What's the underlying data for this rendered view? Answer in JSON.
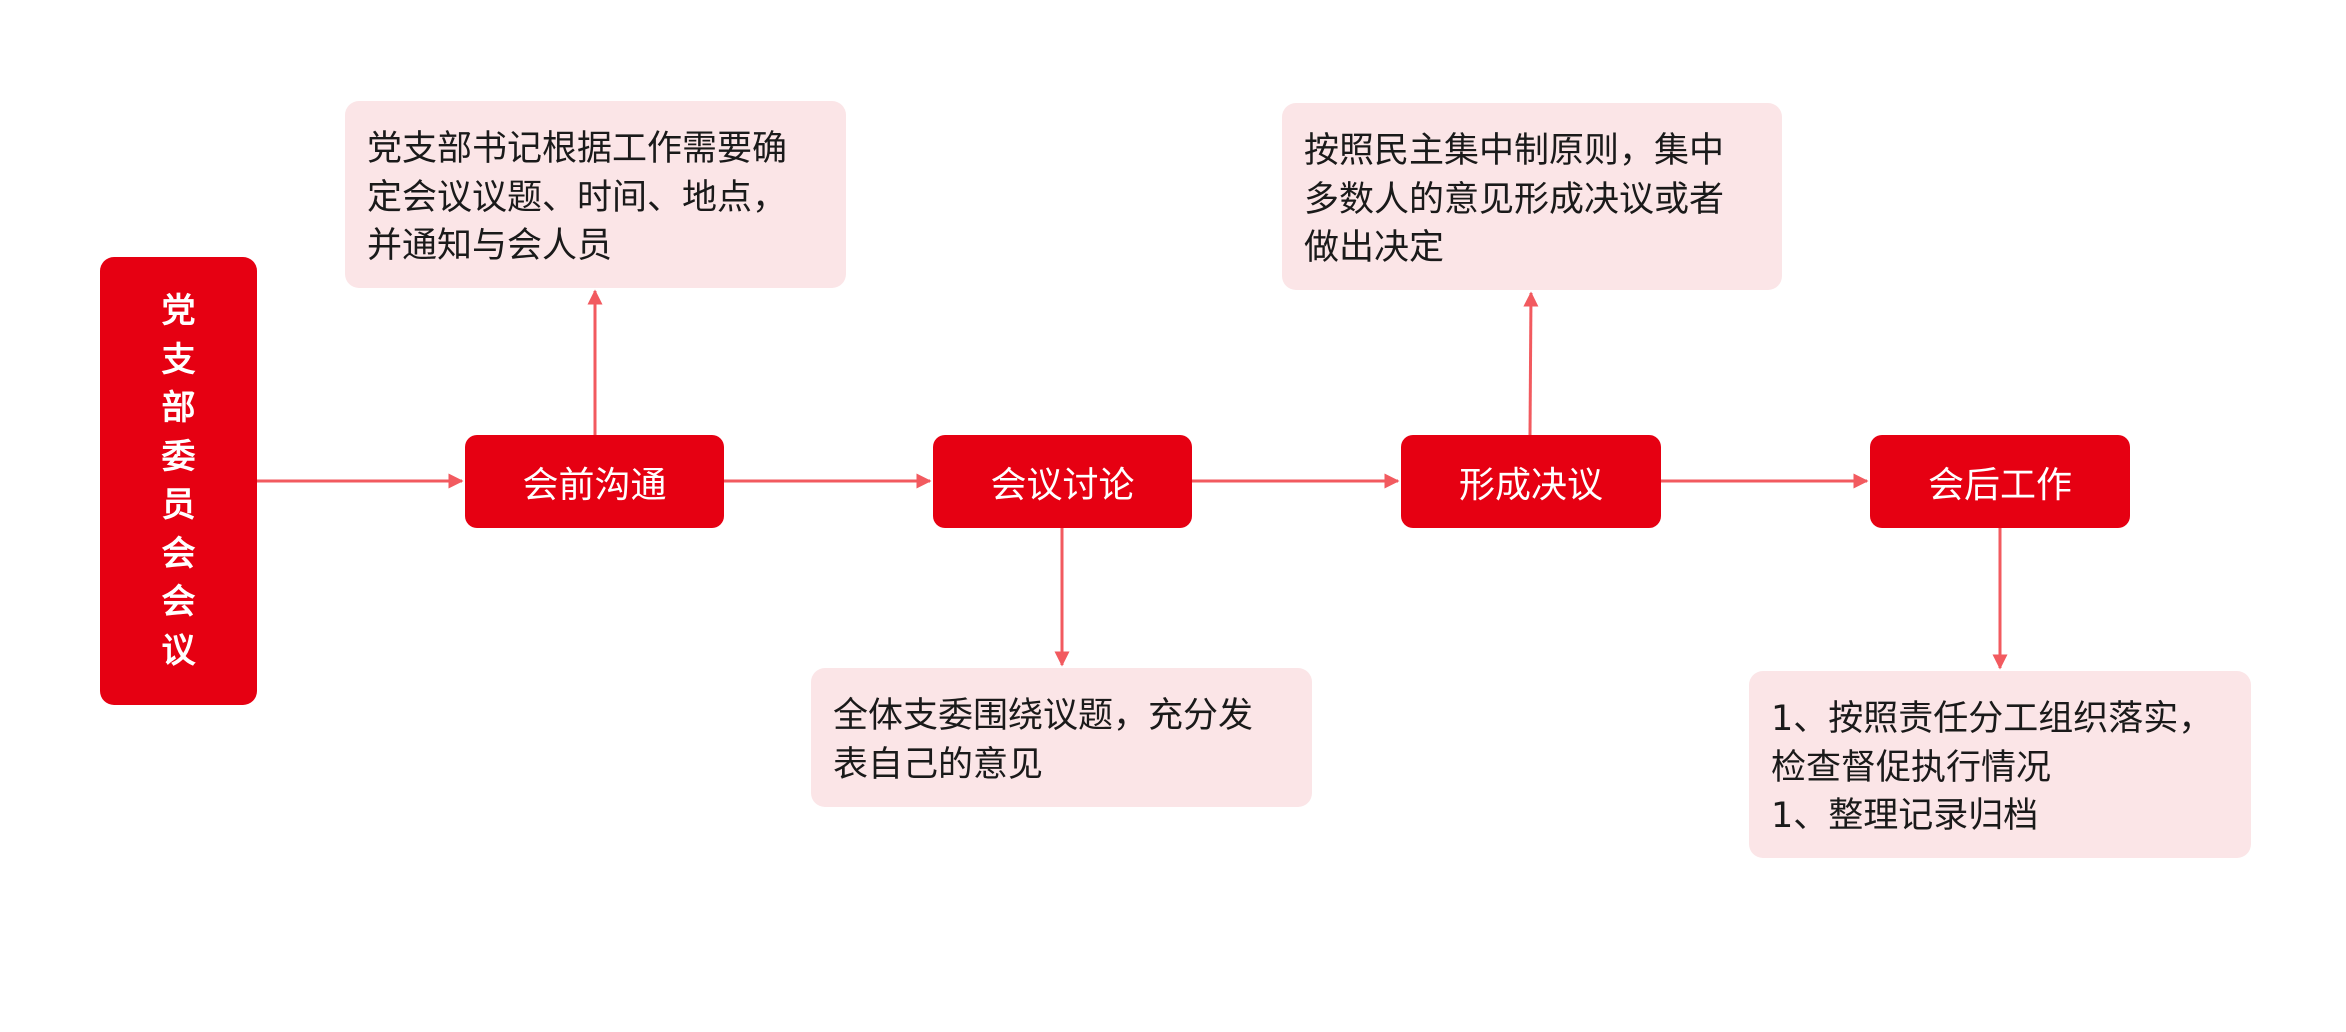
{
  "colors": {
    "primary": "#e60012",
    "note_background": "#fbe5e7",
    "connector": "#f25a5f",
    "text_dark": "#1a1a1a",
    "text_light": "#ffffff"
  },
  "title": "党支部委员会会议",
  "steps": [
    {
      "label": "会前沟通"
    },
    {
      "label": "会议讨论"
    },
    {
      "label": "形成决议"
    },
    {
      "label": "会后工作"
    }
  ],
  "notes": [
    {
      "lines": [
        "党支部书记根据工作需要确",
        "定会议议题、时间、地点，",
        "并通知与会人员"
      ]
    },
    {
      "lines": [
        "全体支委围绕议题，充分发",
        "表自己的意见"
      ]
    },
    {
      "lines": [
        "按照民主集中制原则，集中",
        "多数人的意见形成决议或者",
        "做出决定"
      ]
    },
    {
      "lines": [
        "1、按照责任分工组织落实，",
        "检查督促执行情况",
        "1、整理记录归档"
      ]
    }
  ]
}
